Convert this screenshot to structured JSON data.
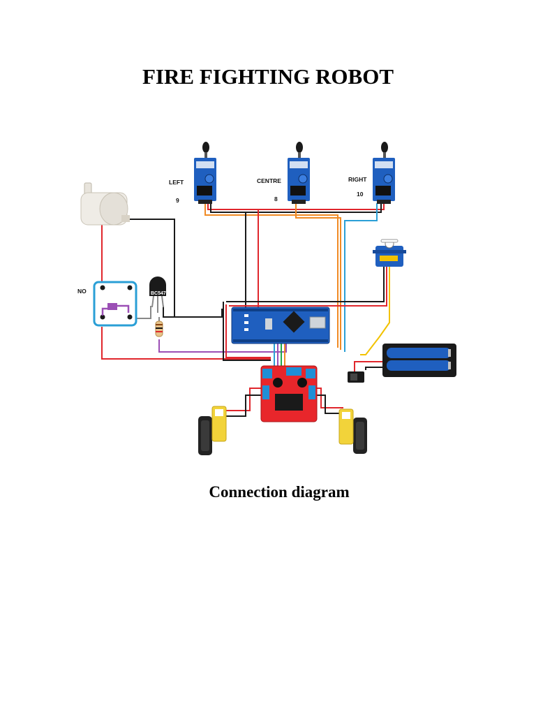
{
  "title": "FIRE FIGHTING ROBOT",
  "caption": "Connection diagram",
  "diagram": {
    "sensors": [
      {
        "label": "LEFT",
        "pin": "9"
      },
      {
        "label": "CENTRE",
        "pin": "8"
      },
      {
        "label": "RIGHT",
        "pin": "10"
      }
    ],
    "relay_label": "NO",
    "transistor_label": "BC547",
    "components": [
      "water-pump",
      "relay",
      "transistor",
      "resistor",
      "arduino-nano",
      "servo",
      "battery-pack",
      "switch",
      "motor-driver",
      "left-motor",
      "right-motor"
    ]
  },
  "colors": {
    "wire_red": "#e0262c",
    "wire_black": "#1a1a1a",
    "wire_orange": "#f08a24",
    "wire_blue": "#2a9fd6",
    "wire_yellow": "#f2c200",
    "wire_purple": "#9b4fb5",
    "board_blue": "#1f5fbf",
    "driver_red": "#e8262b"
  }
}
